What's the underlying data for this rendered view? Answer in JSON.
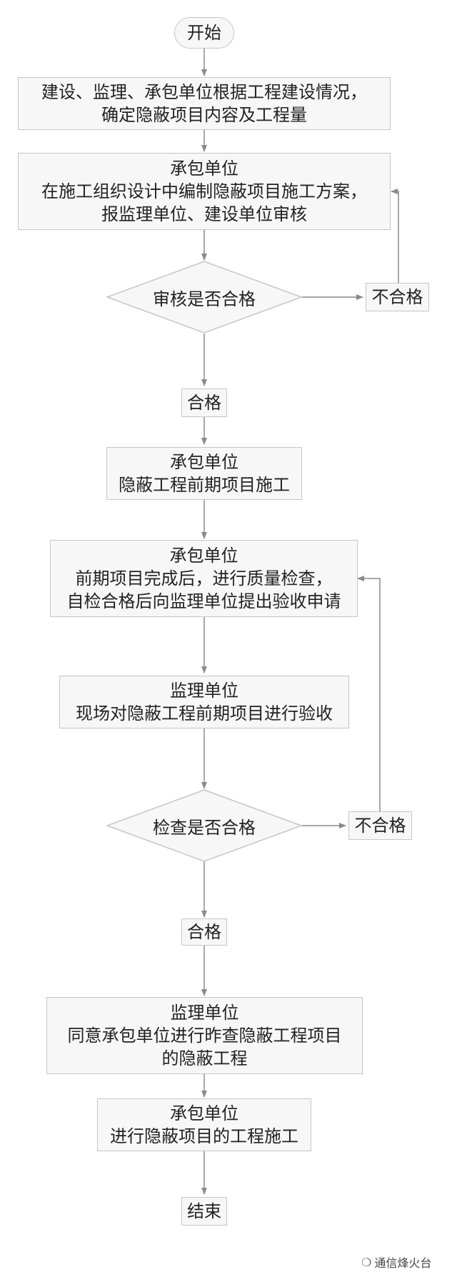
{
  "nodes": {
    "start": {
      "lines": [
        "开始"
      ]
    },
    "define": {
      "lines": [
        "建设、监理、承包单位根据工程建设情况，",
        "确定隐蔽项目内容及工程量"
      ]
    },
    "plan": {
      "lines": [
        "承包单位",
        "在施工组织设计中编制隐蔽项目施工方案，",
        "报监理单位、建设单位审核"
      ]
    },
    "review_decision": {
      "label": "审核是否合格"
    },
    "review_fail": {
      "lines": [
        "不合格"
      ]
    },
    "review_pass": {
      "lines": [
        "合格"
      ]
    },
    "early_construct": {
      "lines": [
        "承包单位",
        "隐蔽工程前期项目施工"
      ]
    },
    "self_check": {
      "lines": [
        "承包单位",
        "前期项目完成后，进行质量检查，",
        "自检合格后向监理单位提出验收申请"
      ]
    },
    "site_accept": {
      "lines": [
        "监理单位",
        "现场对隐蔽工程前期项目进行验收"
      ]
    },
    "check_decision": {
      "label": "检查是否合格"
    },
    "check_fail": {
      "lines": [
        "不合格"
      ]
    },
    "check_pass": {
      "lines": [
        "合格"
      ]
    },
    "approve": {
      "lines": [
        "监理单位",
        "同意承包单位进行昨查隐蔽工程项目",
        "的隐蔽工程"
      ]
    },
    "final_construct": {
      "lines": [
        "承包单位",
        "进行隐蔽项目的工程施工"
      ]
    },
    "end": {
      "lines": [
        "结束"
      ]
    }
  },
  "watermark": {
    "text": "通信烽火台",
    "icon": "chat-bubble-icon"
  }
}
